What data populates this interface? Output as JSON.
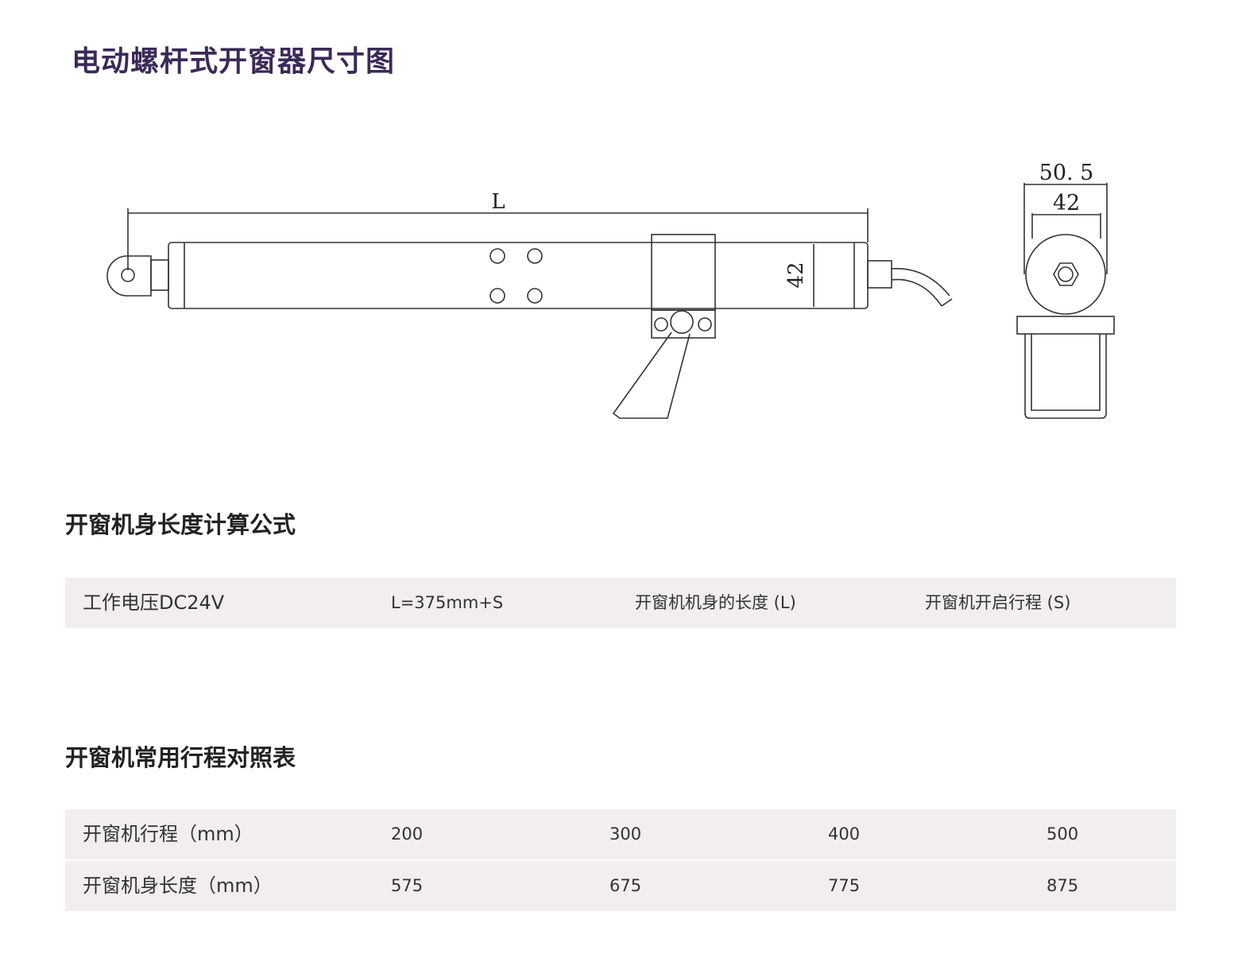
{
  "title": "电动螺杆式开窗器尺寸图",
  "diagram": {
    "dim_L": "L",
    "dim_42_side": "42",
    "dim_50_5": "50. 5",
    "dim_42_end": "42"
  },
  "formula": {
    "heading": "开窗机身长度计算公式",
    "cells": [
      "工作电压DC24V",
      "L=375mm+S",
      "开窗机机身的长度 (L)",
      "开窗机开启行程 (S)"
    ]
  },
  "table": {
    "heading": "开窗机常用行程对照表",
    "rows": [
      {
        "label": "开窗机行程（mm）",
        "values": [
          "200",
          "300",
          "400",
          "500"
        ]
      },
      {
        "label": "开窗机身长度（mm）",
        "values": [
          "575",
          "675",
          "775",
          "875"
        ]
      }
    ]
  }
}
